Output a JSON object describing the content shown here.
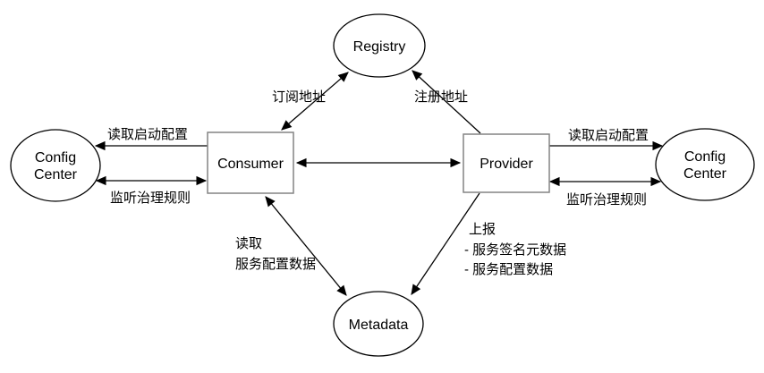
{
  "nodes": {
    "registry": {
      "label": "Registry"
    },
    "consumer": {
      "label": "Consumer"
    },
    "provider": {
      "label": "Provider"
    },
    "metadata": {
      "label": "Metadata"
    },
    "config_center_left": {
      "line1": "Config",
      "line2": "Center"
    },
    "config_center_right": {
      "line1": "Config",
      "line2": "Center"
    }
  },
  "edges": {
    "consumer_registry": {
      "label": "订阅地址",
      "arrows": "both"
    },
    "provider_registry": {
      "label": "注册地址",
      "arrows": "to-registry"
    },
    "consumer_provider": {
      "arrows": "both"
    },
    "consumer_config_read": {
      "label": "读取启动配置",
      "arrows": "to-config-center"
    },
    "consumer_config_listen": {
      "label": "监听治理规则",
      "arrows": "both"
    },
    "provider_config_read": {
      "label": "读取启动配置",
      "arrows": "to-config-center"
    },
    "provider_config_listen": {
      "label": "监听治理规则",
      "arrows": "both"
    },
    "consumer_metadata": {
      "label_line1": "读取",
      "label_line2": "服务配置数据",
      "arrows": "both"
    },
    "provider_metadata": {
      "label_line1": "上报",
      "label_line2": "- 服务签名元数据",
      "label_line3": "- 服务配置数据",
      "arrows": "to-metadata"
    }
  },
  "colors": {
    "background": "#ffffff",
    "line": "#000000",
    "text": "#000000",
    "box_border": "#848484"
  }
}
